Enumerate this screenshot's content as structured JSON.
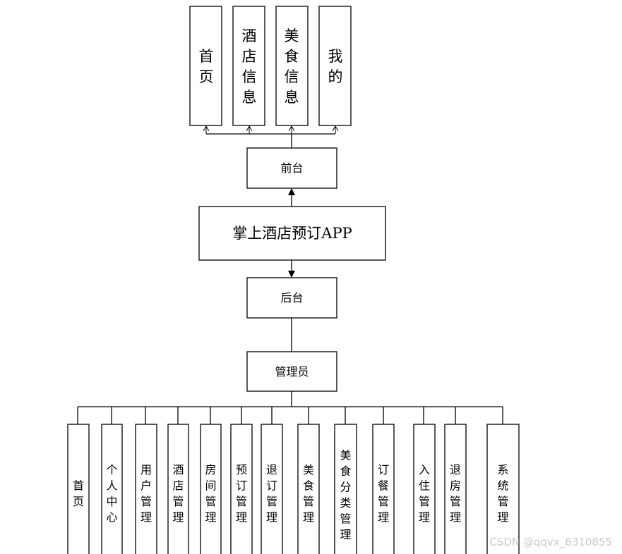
{
  "diagram": {
    "root": "掌上酒店预订APP",
    "frontend": {
      "label": "前台",
      "modules": [
        "首页",
        "酒店信息",
        "美食信息",
        "我的"
      ]
    },
    "backend": {
      "label": "后台",
      "role": "管理员",
      "modules": [
        "首页",
        "个人中心",
        "用户管理",
        "酒店管理",
        "房间管理",
        "预订管理",
        "退订管理",
        "美食管理",
        "美食分类管理",
        "订餐管理",
        "入住管理",
        "退房管理",
        "系统管理"
      ]
    }
  },
  "watermark": "CSDN @qqvx_6310855"
}
